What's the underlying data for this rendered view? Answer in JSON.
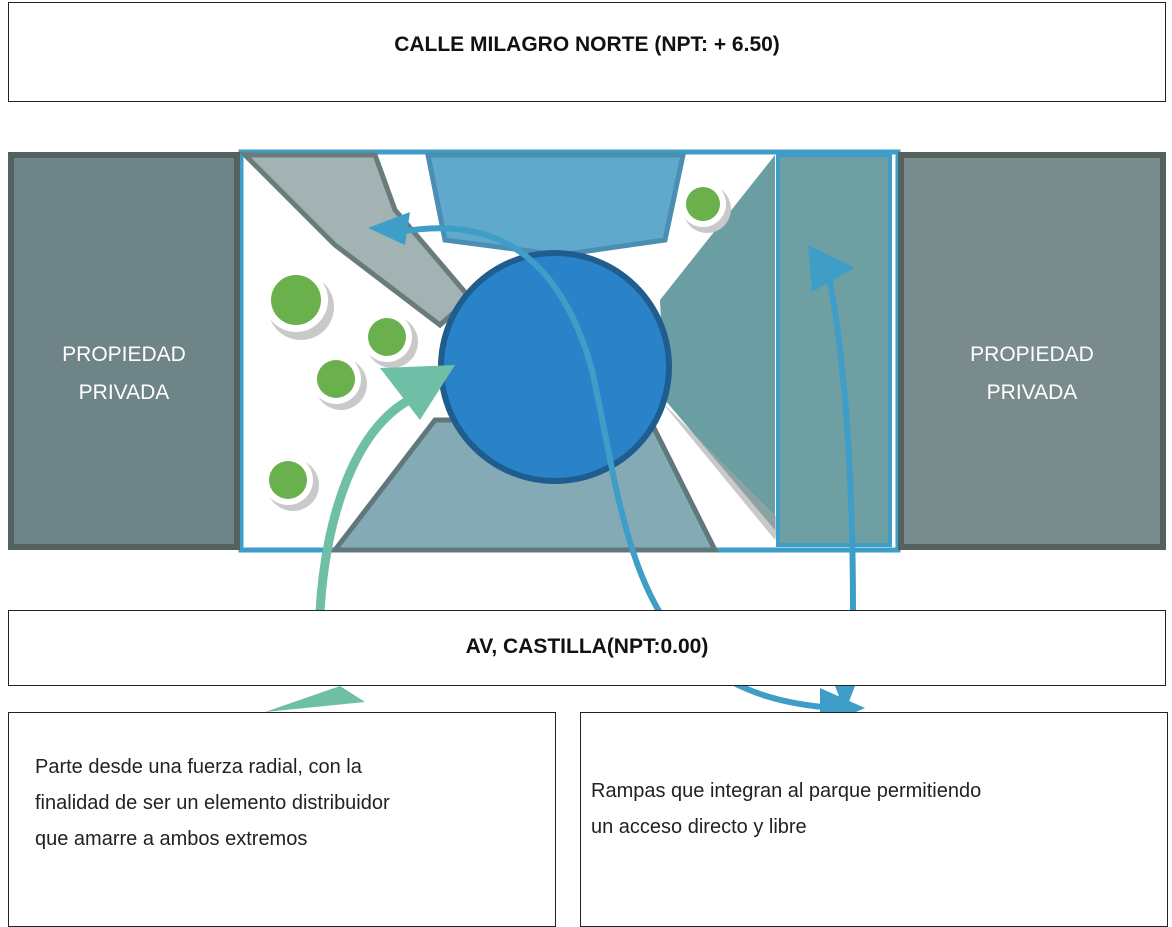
{
  "streets": {
    "top": "CALLE MILAGRO NORTE (NPT: + 6.50)",
    "bottom": "AV, CASTILLA(NPT:0.00)"
  },
  "properties": {
    "left": [
      "PROPIEDAD",
      "PRIVADA"
    ],
    "right": [
      "PROPIEDAD",
      "PRIVADA"
    ]
  },
  "notes": {
    "radial": [
      "Parte desde una fuerza radial, con la",
      "finalidad de ser un elemento distribuidor",
      "que amarre a ambos extremos"
    ],
    "ramps": [
      "Rampas que integran al parque permitiendo",
      "un acceso directo y libre"
    ]
  },
  "colors": {
    "plaza_blue": "#2a82c8",
    "path_blue": "#3f9ec8",
    "path_teal": "#6fbfa6",
    "tree_green": "#6ab04c",
    "ramp_grey": "#9cadb0",
    "property_grey": "#6f8486"
  }
}
